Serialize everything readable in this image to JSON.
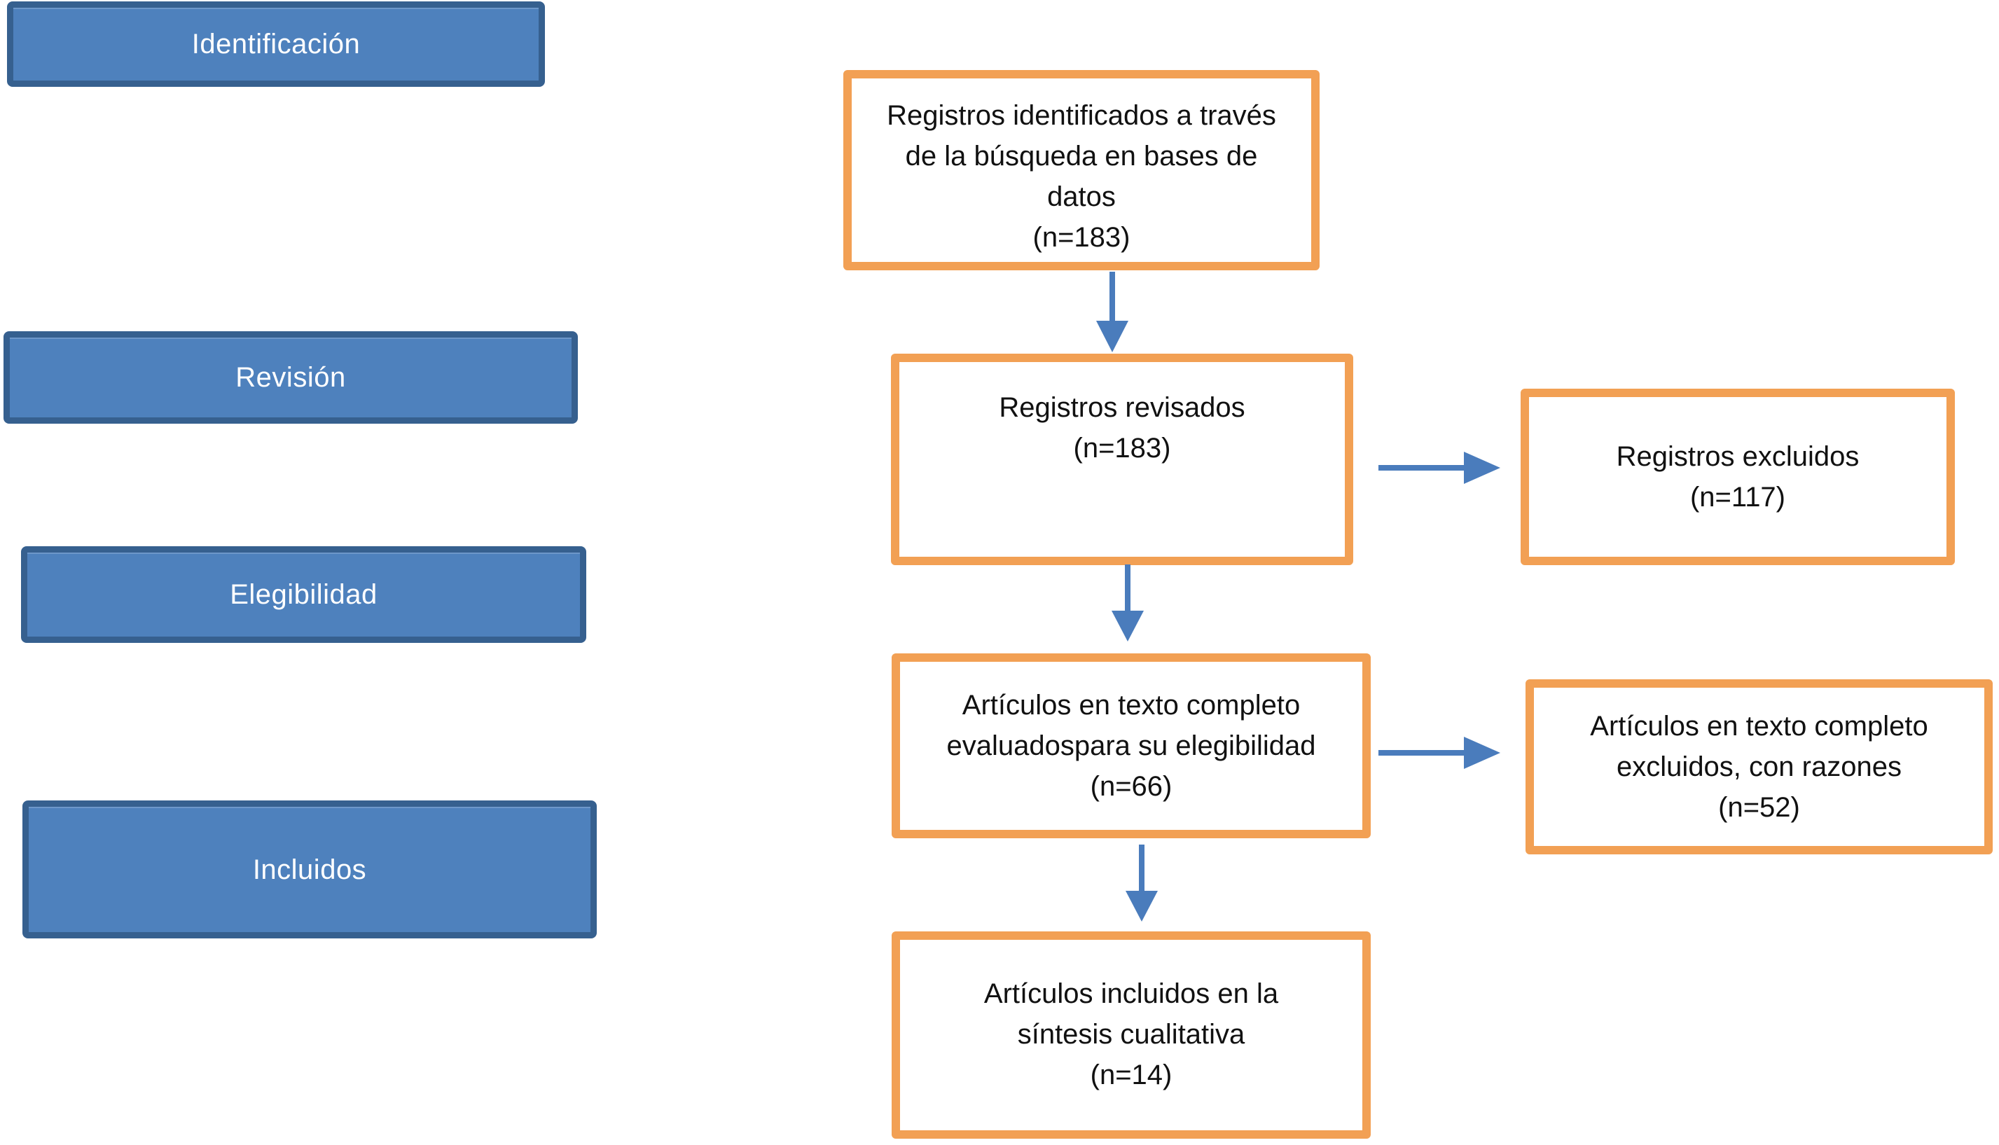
{
  "stages": {
    "identification": {
      "label": "Identificación"
    },
    "review": {
      "label": "Revisión"
    },
    "eligibility": {
      "label": "Elegibilidad"
    },
    "included": {
      "label": "Incluidos"
    }
  },
  "boxes": {
    "identified": {
      "lines": [
        "Registros identificados a través",
        "de la búsqueda en bases de",
        "datos",
        "(n=183)"
      ],
      "n": 183
    },
    "screened": {
      "lines": [
        "Registros revisados",
        "(n=183)"
      ],
      "n": 183
    },
    "excluded": {
      "lines": [
        "Registros excluidos",
        "(n=117)"
      ],
      "n": 117
    },
    "fulltext_assessed": {
      "lines": [
        "Artículos en texto completo",
        "evaluadospara su elegibilidad",
        "(n=66)"
      ],
      "n": 66
    },
    "fulltext_excluded": {
      "lines": [
        "Artículos en texto completo",
        "excluidos, con razones",
        "(n=52)"
      ],
      "n": 52
    },
    "included_qualitative": {
      "lines": [
        "Artículos incluidos en la",
        "síntesis cualitativa",
        "(n=14)"
      ],
      "n": 14
    }
  },
  "colors": {
    "stage_fill": "#4E81BD",
    "stage_border": "#36608F",
    "stage_text": "#FFFFFF",
    "flow_border": "#F2A054",
    "flow_fill": "#FFFFFF",
    "flow_text": "#111111",
    "arrow": "#4A7CBC",
    "background": "#FFFFFF"
  }
}
